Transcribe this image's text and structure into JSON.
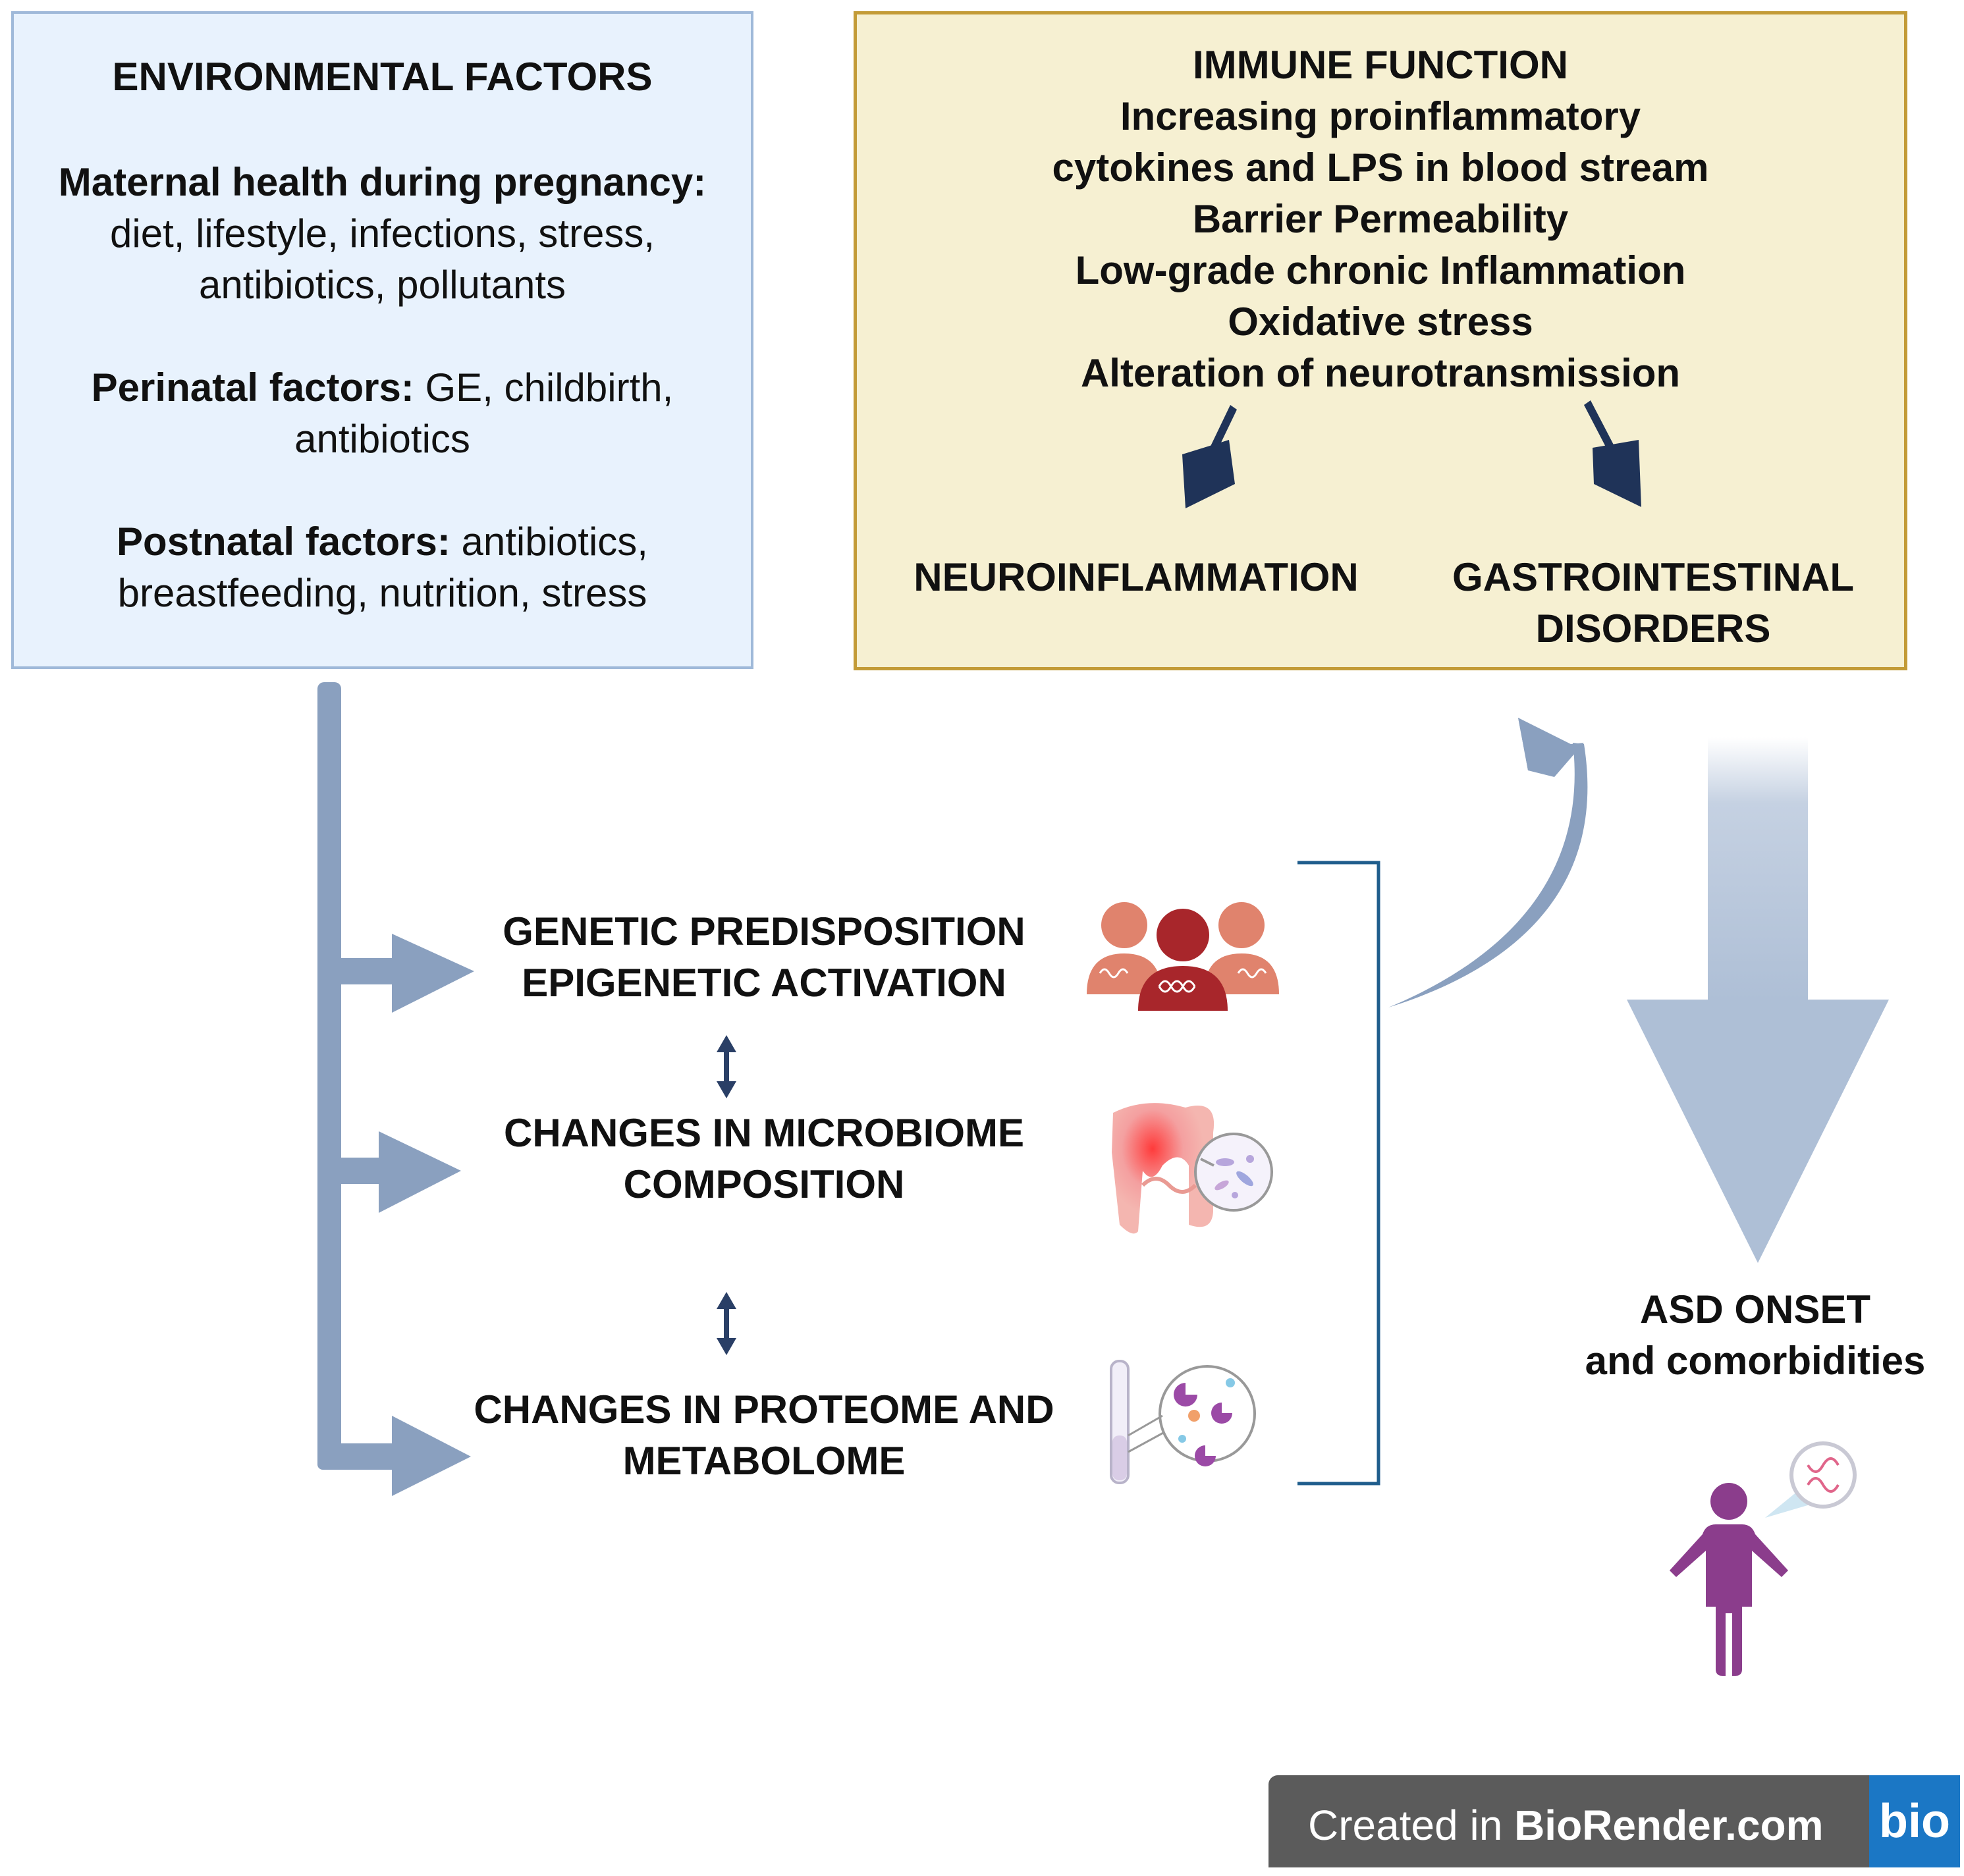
{
  "environmental": {
    "title": "ENVIRONMENTAL FACTORS",
    "maternal_label": "Maternal health during pregnancy:",
    "maternal_line1": "diet, lifestyle, infections, stress,",
    "maternal_line2": "antibiotics, pollutants",
    "perinatal_label": "Perinatal factors:",
    "perinatal_text": " GE, childbirth,",
    "perinatal_line2": "antibiotics",
    "postnatal_label": "Postnatal factors:",
    "postnatal_text": " antibiotics,",
    "postnatal_line2": "breastfeeding, nutrition, stress"
  },
  "immune": {
    "title": "IMMUNE FUNCTION",
    "lines": [
      "Increasing proinflammatory",
      "cytokines and LPS in blood stream",
      "Barrier Permeability",
      "Low-grade chronic Inflammation",
      "Oxidative stress",
      "Alteration of neurotransmission"
    ],
    "outcome_left": "NEUROINFLAMMATION",
    "outcome_right_line1": "GASTROINTESTINAL",
    "outcome_right_line2": "DISORDERS"
  },
  "factors": {
    "genetic_line1": "GENETIC PREDISPOSITION",
    "genetic_line2": "EPIGENETIC ACTIVATION",
    "microbiome_line1": "CHANGES IN MICROBIOME",
    "microbiome_line2": "COMPOSITION",
    "proteome_line1": "CHANGES IN PROTEOME AND",
    "proteome_line2": "METABOLOME"
  },
  "outcome": {
    "line1": "ASD ONSET",
    "line2": "and comorbidities"
  },
  "footer": {
    "created_in": "Created in ",
    "brand": "BioRender.com",
    "logo": "bio"
  },
  "colors": {
    "env_box_fill": "#e8f2fd",
    "env_box_border": "#9fb9d9",
    "immune_box_fill": "#f6f0d2",
    "immune_box_border": "#c39b37",
    "arrow_blue": "#8aa0bf",
    "dark_navy": "#1f3358",
    "bracket": "#1f5d8c",
    "person_purple": "#8b3d8c",
    "people_red": "#a8262b",
    "people_salmon": "#e0836d"
  },
  "icons": [
    "people-dna-icon",
    "intestine-microbe-icon",
    "test-tube-molecule-icon",
    "child-dna-icon"
  ]
}
